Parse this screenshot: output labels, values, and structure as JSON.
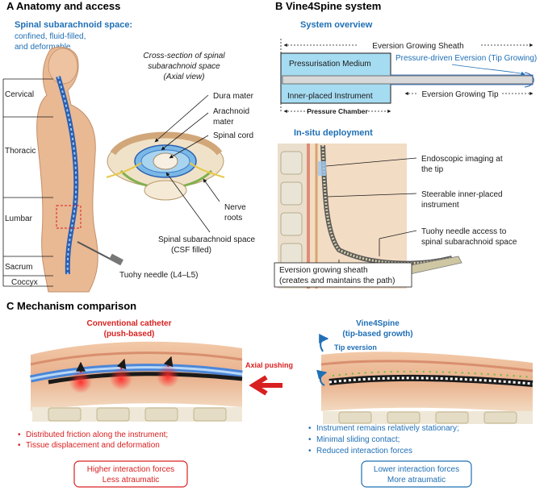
{
  "colors": {
    "blue": "#1f6fb5",
    "red": "#d92020",
    "skin": "#e8b48f",
    "pressure": "#a6dcf2",
    "instrument": "#d9d9d9"
  },
  "panel_a": {
    "title": "A  Anatomy and access",
    "space_heading": "Spinal subarachnoid space:",
    "space_desc_1": "confined, fluid-filled,",
    "space_desc_2": "and deformable",
    "regions": [
      "Cervical",
      "Thoracic",
      "Lumbar",
      "Sacrum",
      "Coccyx"
    ],
    "xsec_title_1": "Cross-section of spinal",
    "xsec_title_2": "subarachnoid space",
    "xsec_title_3": "(Axial view)",
    "dura": "Dura mater",
    "arachnoid_1": "Arachnoid",
    "arachnoid_2": "mater",
    "cord": "Spinal cord",
    "nerve_1": "Nerve",
    "nerve_2": "roots",
    "sas_1": "Spinal subarachnoid space",
    "sas_2": "(CSF filled)",
    "needle": "Tuohy needle (L4–L5)"
  },
  "panel_b": {
    "title": "B  Vine4Spine system",
    "overview": "System overview",
    "sheath": "Eversion Growing Sheath",
    "medium": "Pressurisation Medium",
    "eversion": "Pressure-driven Eversion (Tip Growing)",
    "instrument": "Inner-placed Instrument",
    "tip": "Eversion Growing Tip",
    "chamber": "Pressure Chamber",
    "insitu": "In-situ deployment",
    "imaging_1": "Endoscopic imaging at",
    "imaging_2": "the tip",
    "steer_1": "Steerable inner-placed",
    "steer_2": "instrument",
    "tuohy_1": "Tuohy needle access to",
    "tuohy_2": "spinal subarachnoid space",
    "sheath_box_1": "Eversion growing sheath",
    "sheath_box_2": "(creates and maintains the path)"
  },
  "panel_c": {
    "title": "C  Mechanism comparison",
    "conv_1": "Conventional catheter",
    "conv_2": "(push-based)",
    "axial": "Axial pushing",
    "conv_bullets": [
      "Distributed friction along the instrument;",
      "Tissue displacement and deformation"
    ],
    "conv_box_1": "Higher interaction forces",
    "conv_box_2": "Less atraumatic",
    "vine_1": "Vine4Spine",
    "vine_2": "(tip-based growth)",
    "tip_eversion": "Tip eversion",
    "vine_bullets": [
      "Instrument remains relatively stationary;",
      "Minimal sliding contact;",
      "Reduced interaction forces"
    ],
    "vine_box_1": "Lower interaction forces",
    "vine_box_2": "More atraumatic"
  }
}
